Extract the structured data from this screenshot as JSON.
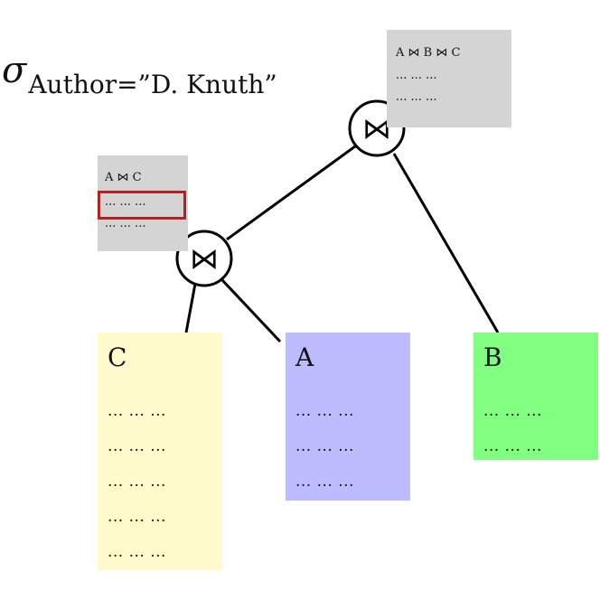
{
  "selection": {
    "symbol": "σ",
    "predicate": "Author=”D. Knuth”"
  },
  "join_symbol": "⋈",
  "intermediate_results": [
    {
      "label": "A ⋈ B ⋈ C",
      "rows": [
        "... ... ...",
        "... ... ..."
      ]
    },
    {
      "label": "A ⋈ C",
      "rows": [
        "... ... ...",
        "... ... ..."
      ],
      "highlighted_row": 0,
      "highlight_color": "#b22222"
    }
  ],
  "relations": [
    {
      "name": "C",
      "color": "#fffbcc",
      "rows": [
        "... ... ...",
        "... ... ...",
        "... ... ...",
        "... ... ...",
        "... ... ..."
      ]
    },
    {
      "name": "A",
      "color": "#bcbcff",
      "rows": [
        "... ... ...",
        "... ... ...",
        "... ... ..."
      ]
    },
    {
      "name": "B",
      "color": "#80ff80",
      "rows": [
        "... ... ...",
        "... ... ..."
      ]
    }
  ]
}
